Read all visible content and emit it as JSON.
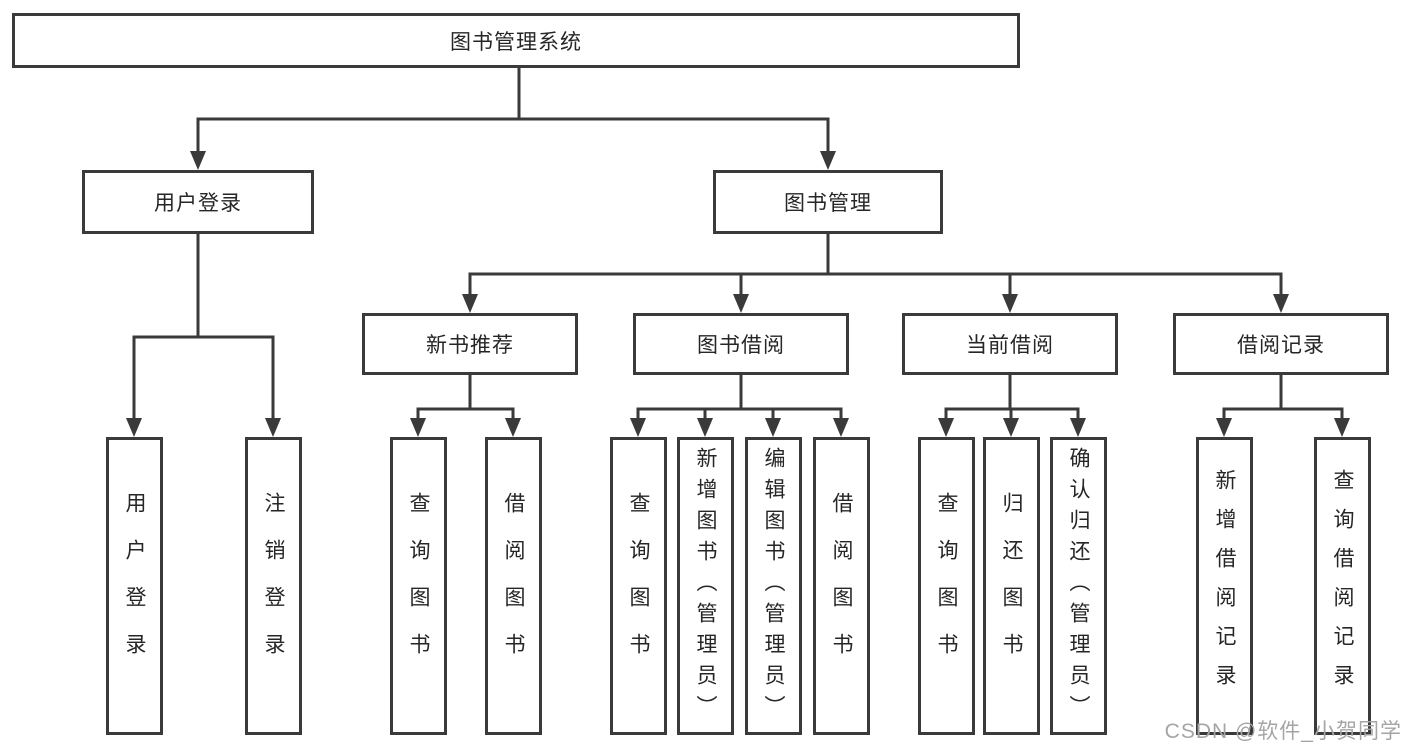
{
  "diagram": {
    "title": "图书管理系统",
    "watermark": "CSDN @软件_小贺同学",
    "colors": {
      "line": "#3a3a3a",
      "text": "#262626",
      "watermark": "#a5a5a5",
      "background": "#ffffff"
    }
  },
  "tree": {
    "root": {
      "label": "图书管理系统"
    },
    "user_login": {
      "label": "用户登录",
      "children": [
        {
          "label": "用户登录"
        },
        {
          "label": "注销登录"
        }
      ]
    },
    "book_mgmt": {
      "label": "图书管理",
      "sections": [
        {
          "label": "新书推荐",
          "children": [
            {
              "label": "查询图书"
            },
            {
              "label": "借阅图书"
            }
          ]
        },
        {
          "label": "图书借阅",
          "children": [
            {
              "label": "查询图书"
            },
            {
              "label": "新增图书（管理员）"
            },
            {
              "label": "编辑图书（管理员）"
            },
            {
              "label": "借阅图书"
            }
          ]
        },
        {
          "label": "当前借阅",
          "children": [
            {
              "label": "查询图书"
            },
            {
              "label": "归还图书"
            },
            {
              "label": "确认归还（管理员）"
            }
          ]
        },
        {
          "label": "借阅记录",
          "children": [
            {
              "label": "新增借阅记录"
            },
            {
              "label": "查询借阅记录"
            }
          ]
        }
      ]
    }
  }
}
